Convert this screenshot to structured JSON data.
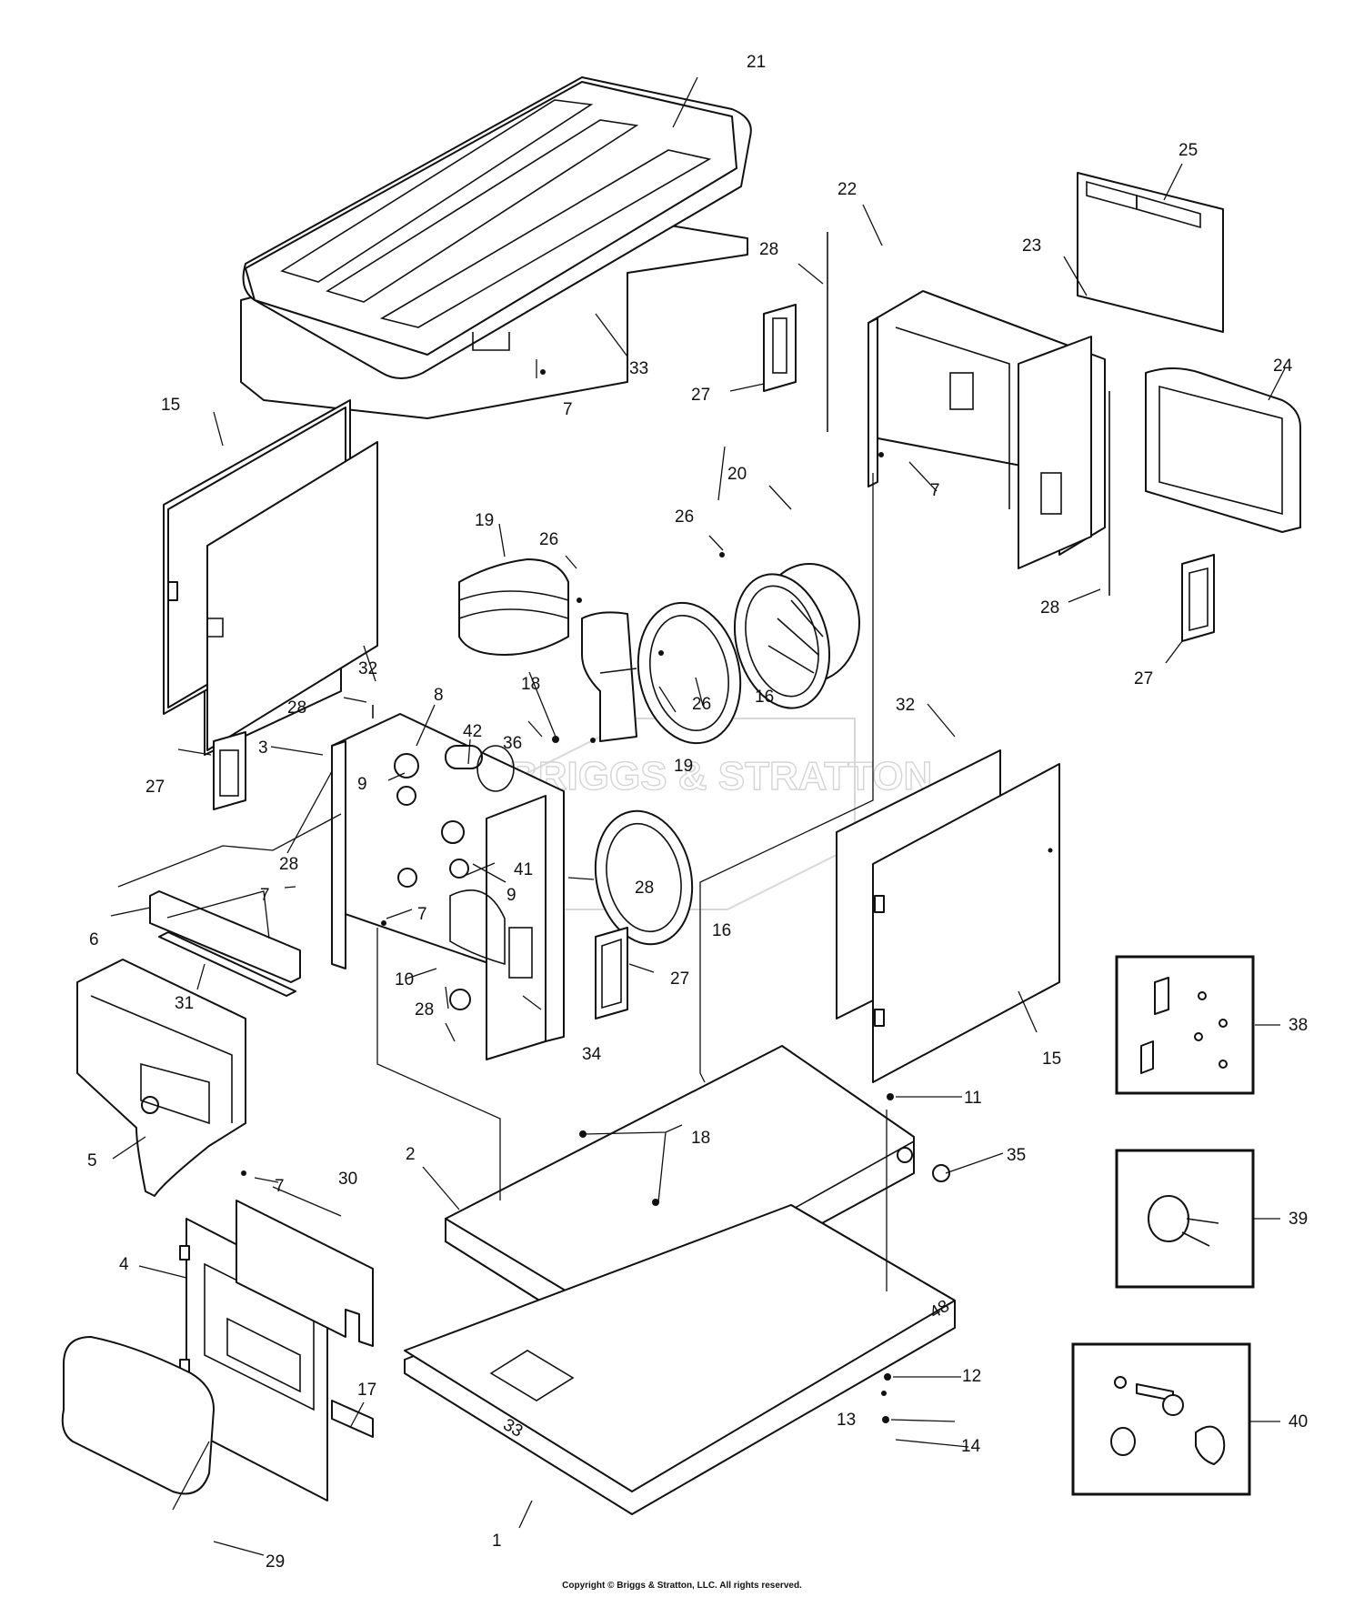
{
  "watermark": "BRIGGS & STRATTON",
  "copyright": "Copyright © Briggs & Stratton, LLC. All rights reserved.",
  "callouts": {
    "c1": "1",
    "c2": "2",
    "c3": "3",
    "c4": "4",
    "c5": "5",
    "c6": "6",
    "c7": "7",
    "c8": "8",
    "c9": "9",
    "c10": "10",
    "c11": "11",
    "c12": "12",
    "c13": "13",
    "c14": "14",
    "c15": "15",
    "c16": "16",
    "c17": "17",
    "c18": "18",
    "c19": "19",
    "c20": "20",
    "c21": "21",
    "c22": "22",
    "c23": "23",
    "c24": "24",
    "c25": "25",
    "c26": "26",
    "c27": "27",
    "c28": "28",
    "c29": "29",
    "c30": "30",
    "c31": "31",
    "c32": "32",
    "c33": "33",
    "c34": "34",
    "c35": "35",
    "c36": "36",
    "c38": "38",
    "c39": "39",
    "c40": "40",
    "c41": "41",
    "c42": "42"
  },
  "stamps": {
    "base_number": "33",
    "pan_number": "48"
  }
}
